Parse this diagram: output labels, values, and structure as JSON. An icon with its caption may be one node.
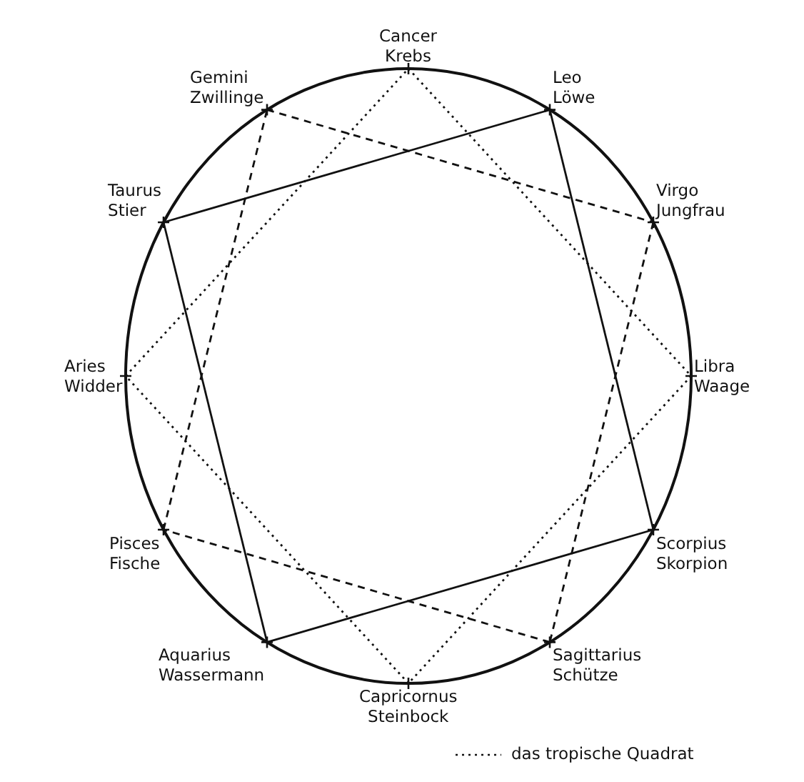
{
  "diagram": {
    "nodes": [
      {
        "text": [
          "Cancer",
          "Krebs"
        ]
      },
      {
        "text": [
          "Gemini",
          "Zwillinge"
        ]
      },
      {
        "text": [
          "Leo",
          "Löwe"
        ]
      },
      {
        "text": [
          "Taurus",
          "Stier"
        ]
      },
      {
        "text": [
          "Virgo",
          "Jungfrau"
        ]
      },
      {
        "text": [
          "Aries",
          "Widder"
        ]
      },
      {
        "text": [
          "Libra",
          "Waage"
        ]
      },
      {
        "text": [
          "Pisces",
          "Fische"
        ]
      },
      {
        "text": [
          "Scorpius",
          "Skorpion"
        ]
      },
      {
        "text": [
          "Aquarius",
          "Wassermann"
        ]
      },
      {
        "text": [
          "Sagittarius",
          "Schütze"
        ]
      },
      {
        "text": [
          "Capricornus",
          "Steinbock"
        ]
      }
    ],
    "edges": [
      {
        "from": 0,
        "to": 6,
        "arrow": "none",
        "style": "dashed"
      },
      {
        "from": 6,
        "to": 11,
        "arrow": "none",
        "style": "dashed"
      },
      {
        "from": 11,
        "to": 5,
        "arrow": "none",
        "style": "dashed"
      },
      {
        "from": 5,
        "to": 0,
        "arrow": "none",
        "style": "dashed"
      },
      {
        "from": 2,
        "to": 8,
        "arrow": "none"
      },
      {
        "from": 8,
        "to": 9,
        "arrow": "none"
      },
      {
        "from": 9,
        "to": 3,
        "arrow": "none"
      },
      {
        "from": 3,
        "to": 2,
        "arrow": "none"
      },
      {
        "from": 1,
        "to": 4,
        "arrow": "none",
        "style": "dashed"
      },
      {
        "from": 4,
        "to": 10,
        "arrow": "none",
        "style": "dashed"
      },
      {
        "from": 10,
        "to": 7,
        "arrow": "none",
        "style": "dashed"
      },
      {
        "from": 7,
        "to": 1,
        "arrow": "none",
        "style": "dashed"
      }
    ],
    "legend": [
      {
        "text": "das tropische Quadrat"
      }
    ]
  }
}
